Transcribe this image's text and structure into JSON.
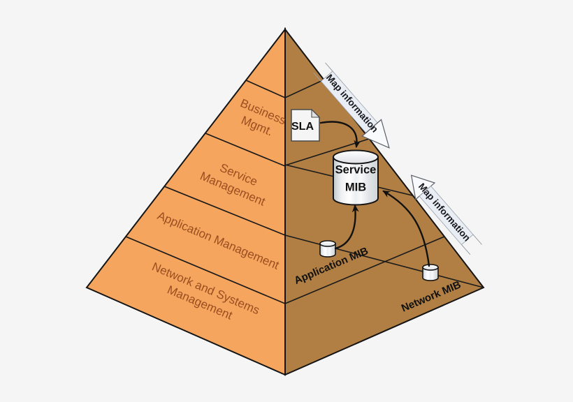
{
  "diagram": {
    "background_color": "#f5f5f5",
    "pyramid": {
      "left_face_color": "#f6a55e",
      "right_face_color": "#b17f44",
      "layer_label_color": "#9a4e20",
      "layers": [
        {
          "label": "Business\nMgmt."
        },
        {
          "label": "Service\nManagement"
        },
        {
          "label": "Application Management"
        },
        {
          "label": "Network and Systems\nManagement"
        }
      ]
    },
    "nodes": {
      "sla": {
        "label": "SLA"
      },
      "service_mib": {
        "label": "Service\nMIB"
      },
      "application_mib": {
        "label": "Application MIB"
      },
      "network_mib": {
        "label": "Network MIB"
      }
    },
    "map_arrows": {
      "top": {
        "label": "Map information"
      },
      "right": {
        "label": "Map information"
      }
    },
    "colors": {
      "arrow": "#111111",
      "ribbon_band": "#e9eef5",
      "cylinder_outline": "#141414"
    }
  }
}
